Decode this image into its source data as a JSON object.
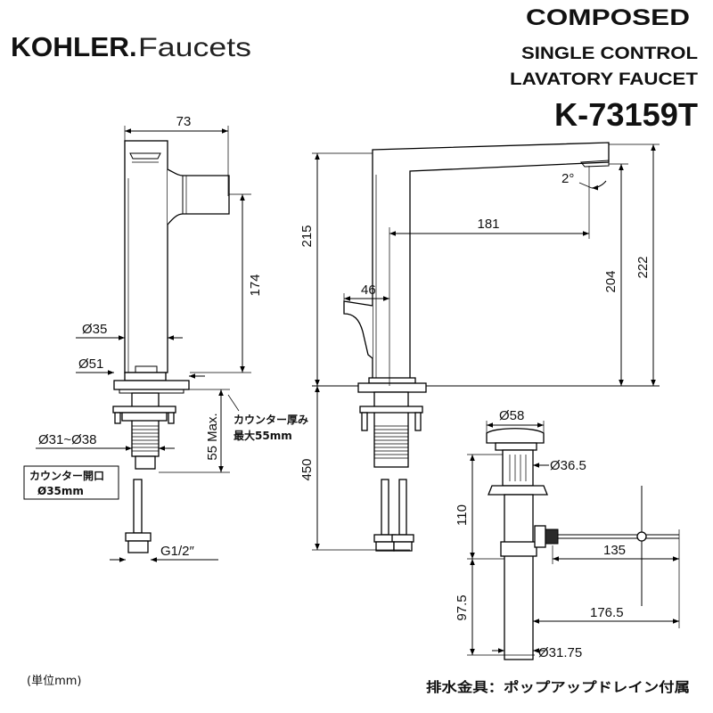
{
  "header": {
    "brand": "KOHLER",
    "brand_dot": ".",
    "brand_sub": "Faucets",
    "series": "COMPOSED",
    "product_line1": "SINGLE CONTROL",
    "product_line2": "LAVATORY FAUCET",
    "model": "K-73159T"
  },
  "side_view": {
    "width": "73",
    "handle_height": "174",
    "body_diameter": "Ø35",
    "base_diameter": "Ø51",
    "counter_max": "55 Max.",
    "counter_thickness_label": "カウンター厚み",
    "counter_thickness_value": "最大55mm",
    "shank_diameter": "Ø31~Ø38",
    "counter_hole_label": "カウンター開口",
    "counter_hole_value": "Ø35mm",
    "supply_thread": "G1/2″"
  },
  "front_view": {
    "height_above_counter": "215",
    "spout_reach": "181",
    "spout_angle": "2°",
    "outlet_height": "204",
    "spout_top_height": "222",
    "handle_offset": "46",
    "below_counter_length": "450"
  },
  "drain": {
    "cap_diameter": "Ø58",
    "flange_diameter": "Ø36.5",
    "upper_length": "110",
    "pivot_reach": "135",
    "lower_length": "97.5",
    "rod_reach": "176.5",
    "tailpiece_diameter": "Ø31.75"
  },
  "footer": {
    "unit_note": "(単位mm)",
    "drain_note": "排水金具：ポップアップドレイン付属"
  }
}
